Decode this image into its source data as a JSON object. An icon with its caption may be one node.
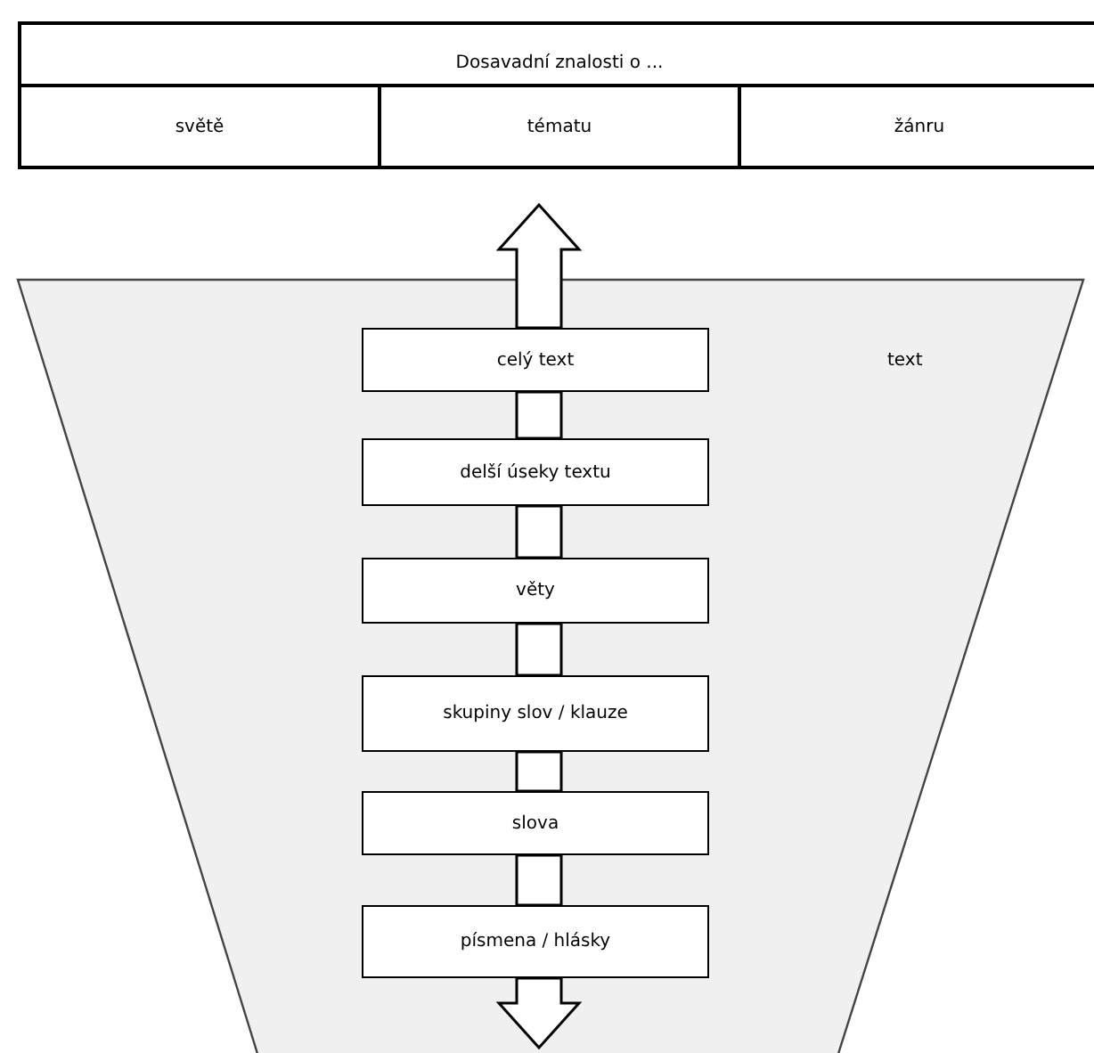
{
  "diagram": {
    "nodes": [
      {
        "text": [
          "text"
        ]
      },
      {
        "text": [
          "celý text"
        ],
        "in": 0
      },
      {
        "text": [
          "delší úseky textu"
        ],
        "in": 0
      },
      {
        "text": [
          "věty"
        ],
        "in": 0
      },
      {
        "text": [
          "skupiny slov / klauze"
        ],
        "in": 0
      },
      {
        "text": [
          "slova"
        ],
        "in": 0
      },
      {
        "text": [
          "písmena / hlásky"
        ],
        "in": 0
      }
    ],
    "edges": [
      {
        "from": 1,
        "to": null,
        "arrow": "to"
      },
      {
        "from": 1,
        "to": 2,
        "arrow": "none"
      },
      {
        "from": 2,
        "to": 3,
        "arrow": "none"
      },
      {
        "from": 3,
        "to": 4,
        "arrow": "none"
      },
      {
        "from": 4,
        "to": 5,
        "arrow": "none"
      },
      {
        "from": 5,
        "to": 6,
        "arrow": "none"
      },
      {
        "from": 6,
        "to": null,
        "arrow": "to"
      }
    ],
    "labels": [
      "Dosavadní znalosti o ...",
      "světě",
      "tématu",
      "žánru"
    ]
  }
}
